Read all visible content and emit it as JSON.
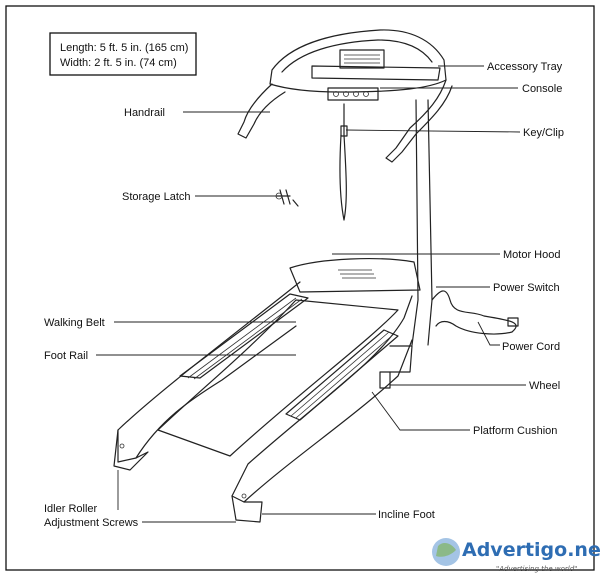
{
  "dimensions": {
    "length": "Length:  5 ft. 5 in. (165 cm)",
    "width": "Width:   2 ft. 5 in. (74 cm)"
  },
  "labels": {
    "accessory_tray": "Accessory Tray",
    "console": "Console",
    "handrail": "Handrail",
    "key_clip": "Key/Clip",
    "storage_latch": "Storage Latch",
    "motor_hood": "Motor Hood",
    "power_switch": "Power Switch",
    "walking_belt": "Walking Belt",
    "power_cord": "Power Cord",
    "foot_rail": "Foot Rail",
    "wheel": "Wheel",
    "platform_cushion": "Platform Cushion",
    "idler_roller_1": "Idler Roller",
    "idler_roller_2": "Adjustment Screws",
    "incline_foot": "Incline Foot"
  },
  "watermark": {
    "main": "Advertigo.net",
    "tagline": "\"Advertising the world\""
  },
  "colors": {
    "ink": "#222222",
    "watermark": "#2e6db3"
  }
}
